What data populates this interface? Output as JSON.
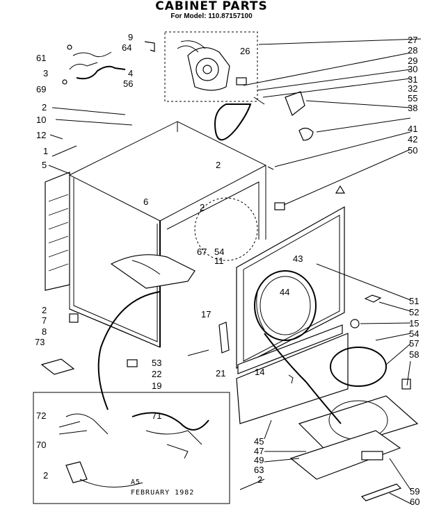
{
  "header": {
    "title": "CABINET PARTS",
    "subtitle": "For Model: 110.87157100"
  },
  "footer": {
    "stamp_line1": "A5",
    "stamp_line2": "FEBRUARY 1982"
  },
  "callouts": {
    "left": [
      "61",
      "64",
      "9",
      "3",
      "4",
      "69",
      "56",
      "2",
      "10",
      "12",
      "1",
      "5",
      "6",
      "2",
      "67",
      "54",
      "11",
      "2",
      "7",
      "8",
      "73",
      "17",
      "53",
      "22",
      "19",
      "21",
      "14",
      "72",
      "71",
      "70",
      "2"
    ],
    "right": [
      "26",
      "27",
      "28",
      "29",
      "30",
      "31",
      "32",
      "55",
      "38",
      "41",
      "42",
      "50",
      "2",
      "43",
      "44",
      "51",
      "52",
      "15",
      "54",
      "57",
      "58",
      "45",
      "47",
      "49",
      "63",
      "2",
      "59",
      "60"
    ]
  }
}
